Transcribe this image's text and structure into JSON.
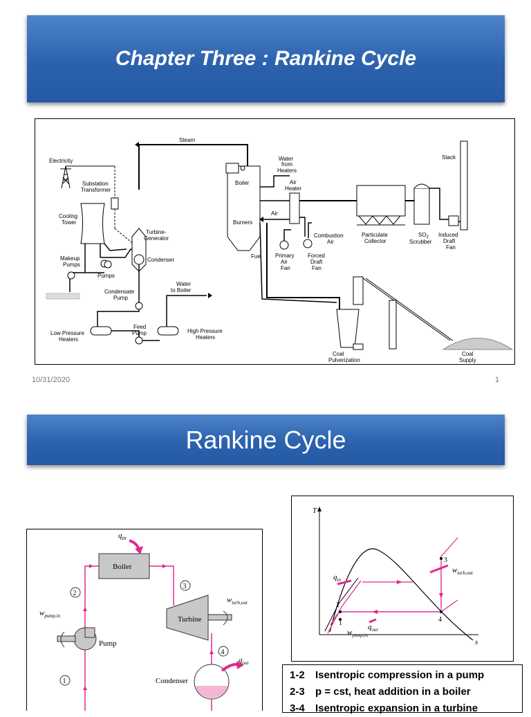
{
  "slide1": {
    "title": "Chapter Three : Rankine Cycle",
    "date": "10/31/2020",
    "page": "1",
    "plant": {
      "steam": "Steam",
      "electricity": "Electricity",
      "substation_1": "Substation",
      "substation_2": "Transformer",
      "cooling_1": "Cooling",
      "cooling_2": "Tower",
      "makeup_1": "Makeup",
      "makeup_2": "Pumps",
      "pumps": "Pumps",
      "turbine_1": "Turbine-",
      "turbine_2": "Generator",
      "condenser": "Condenser",
      "condensate_1": "Condensate",
      "condensate_2": "Pump",
      "water_boiler_1": "Water",
      "water_boiler_2": "to Boiler",
      "lp_1": "Low Pressure",
      "lp_2": "Heaters",
      "feed_1": "Feed",
      "feed_2": "Pump",
      "hp_1": "High Pressure",
      "hp_2": "Heaters",
      "boiler": "Boiler",
      "burners": "Burners",
      "fuel": "Fuel",
      "air": "Air",
      "water_heaters_1": "Water",
      "water_heaters_2": "from",
      "water_heaters_3": "Heaters",
      "air_heater_1": "Air",
      "air_heater_2": "Heater",
      "primary_1": "Primary",
      "primary_2": "Air",
      "primary_3": "Fan",
      "forced_1": "Forced",
      "forced_2": "Draft",
      "forced_3": "Fan",
      "combustion_1": "Combustion",
      "combustion_2": "Air",
      "particulate_1": "Particulate",
      "particulate_2": "Collector",
      "so2_1": "SO",
      "so2_sub": "2",
      "so2_2": "Scrubber",
      "induced_1": "Induced",
      "induced_2": "Draft",
      "induced_3": "Fan",
      "stack": "Stack",
      "coal_pulv_1": "Coal",
      "coal_pulv_2": "Pulverization",
      "coal_supply_1": "Coal",
      "coal_supply_2": "Supply"
    }
  },
  "slide2": {
    "title": "Rankine Cycle",
    "schematic": {
      "q_in": "q",
      "q_in_sub": "in",
      "boiler": "Boiler",
      "turbine": "Turbine",
      "pump": "Pump",
      "condenser": "Condenser",
      "w_turb": "w",
      "w_turb_sub": "turb,out",
      "w_pump": "w",
      "w_pump_sub": "pump,in",
      "q_out": "q",
      "q_out_sub": "out",
      "s1": "1",
      "s2": "2",
      "s3": "3",
      "s4": "4"
    },
    "ts": {
      "T": "T",
      "s": "s",
      "q_in": "q",
      "q_in_sub": "in",
      "q_out": "q",
      "q_out_sub": "out",
      "w_turb": "w",
      "w_turb_sub": "turb,out",
      "w_pump": "w",
      "w_pump_sub": "pump,in",
      "p1": "1",
      "p2": "2",
      "p3": "3",
      "p4": "4"
    },
    "steps": [
      {
        "num": "1-2",
        "text": "Isentropic compression in a pump"
      },
      {
        "num": "2-3",
        "text": "p = cst, heat addition in a boiler"
      },
      {
        "num": "3-4",
        "text": "Isentropic expansion in a turbine"
      }
    ]
  },
  "colors": {
    "banner": "#2c62ad",
    "accent": "#e0288c"
  }
}
